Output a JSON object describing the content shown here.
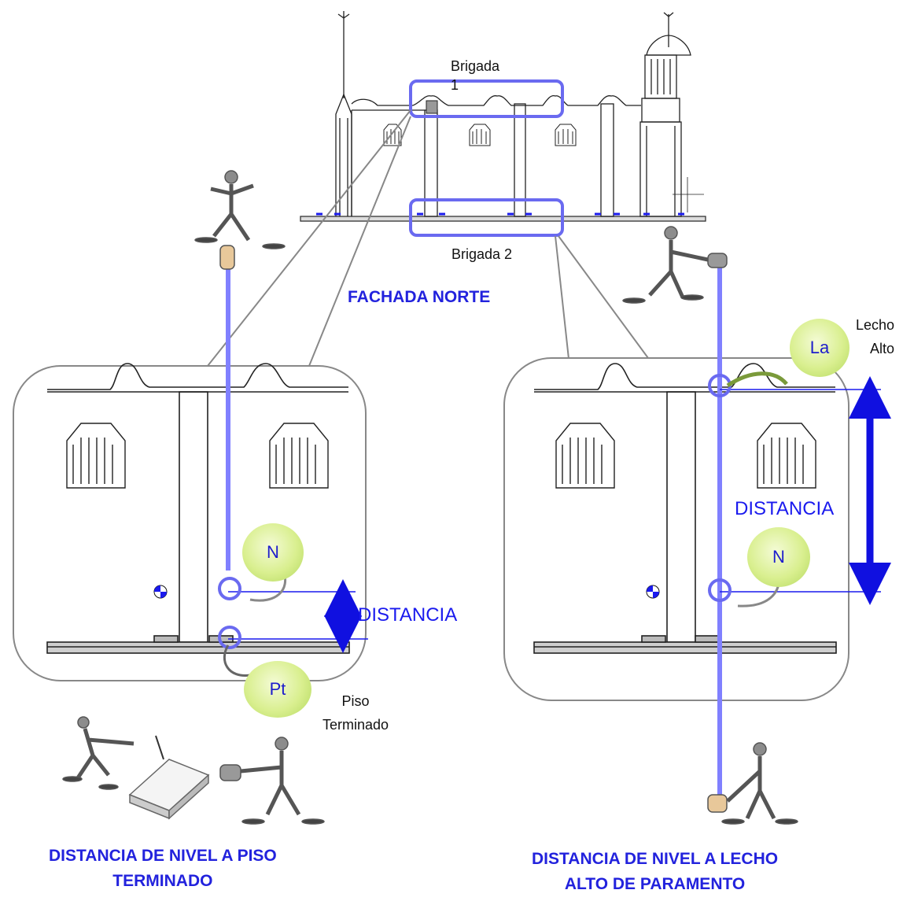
{
  "facade": {
    "title": "FACHADA NORTE",
    "brigade1": "Brigada\n1",
    "brigade2": "Brigada 2"
  },
  "left_panel": {
    "distance_label": "DISTANCIA",
    "n_marker": "N",
    "pt_marker": "Pt",
    "pt_caption": "Piso\nTerminado",
    "caption": "DISTANCIA DE NIVEL A PISO\nTERMINADO"
  },
  "right_panel": {
    "distance_label": "DISTANCIA",
    "n_marker": "N",
    "la_marker": "La",
    "la_caption": "Lecho\nAlto",
    "caption": "DISTANCIA DE NIVEL A LECHO\nALTO DE PARAMENTO"
  },
  "colors": {
    "survey_line": "#8080ff",
    "dimension_arrow": "#1010e0",
    "highlight_box": "#6a6af0",
    "marker_fill": "#c8e07a"
  }
}
